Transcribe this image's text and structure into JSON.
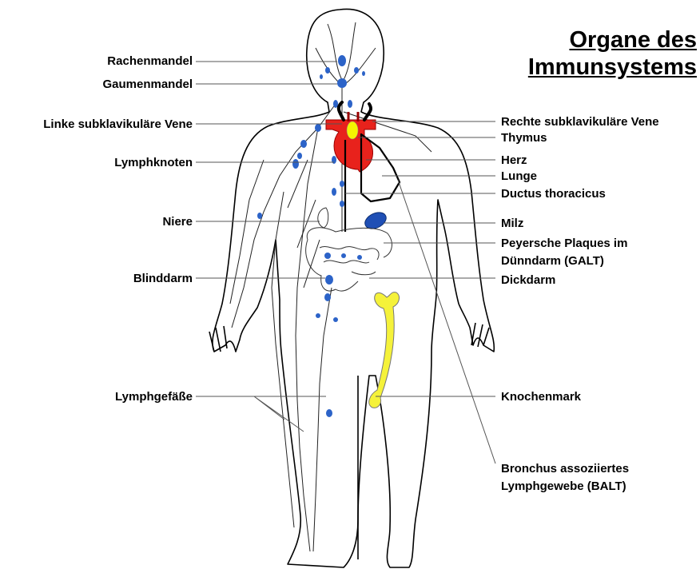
{
  "title": {
    "line1": "Organe des",
    "line2": "Immunsystems"
  },
  "colors": {
    "heart": "#e8221c",
    "thymus": "#f5f500",
    "spleen": "#1f4fb5",
    "bone_marrow": "#f5f23a",
    "lymph_node": "#2c63c8",
    "outline": "#000000"
  },
  "labels_left": {
    "rachenmandel": "Rachenmandel",
    "gaumenmandel": "Gaumenmandel",
    "linke_vene": "Linke subklavikuläre Vene",
    "lymphknoten": "Lymphknoten",
    "niere": "Niere",
    "blinddarm": "Blinddarm",
    "lymphgefaesse": "Lymphgefäße"
  },
  "labels_right": {
    "rechte_vene": "Rechte subklavikuläre Vene",
    "thymus": "Thymus",
    "herz": "Herz",
    "lunge": "Lunge",
    "ductus": "Ductus thoracicus",
    "milz": "Milz",
    "peyer_line1": "Peyersche Plaques im",
    "peyer_line2": "Dünndarm (GALT)",
    "dickdarm": "Dickdarm",
    "knochenmark": "Knochenmark",
    "balt_line1": "Bronchus assoziiertes",
    "balt_line2": "Lymphgewebe (BALT)"
  }
}
